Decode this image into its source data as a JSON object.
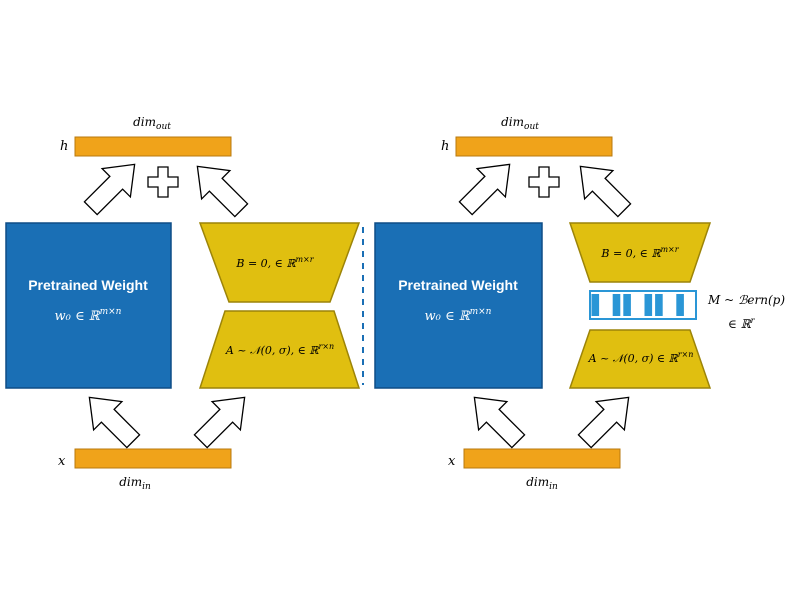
{
  "colors": {
    "bar": "#f0a31a",
    "bar_edge": "#b87a0f",
    "weight": "#1a6fb5",
    "weight_edge": "#0e4d86",
    "adapter": "#e0bf10",
    "adapter_edge": "#9c8408",
    "mask_blue": "#2a96d6",
    "divider": "#1a6fb5"
  },
  "left": {
    "h_label": "h",
    "x_label": "x",
    "dim_out": "dim",
    "dim_out_sub": "out",
    "dim_in": "dim",
    "dim_in_sub": "in",
    "plus": "+",
    "weight_title": "Pretrained Weight",
    "weight_formula": "w₀ ∈ ℝ",
    "weight_formula_sup": "m×n",
    "B_formula": "B = 0, ∈ ℝ",
    "B_sup": "m×r",
    "A_formula": "A ~ 𝒩(0, σ), ∈ ℝ",
    "A_sup": "r×n"
  },
  "right": {
    "h_label": "h",
    "x_label": "x",
    "dim_out": "dim",
    "dim_out_sub": "out",
    "dim_in": "dim",
    "dim_in_sub": "in",
    "plus": "+",
    "weight_title": "Pretrained Weight",
    "weight_formula": "w₀ ∈ ℝ",
    "weight_formula_sup": "m×n",
    "B_formula": "B = 0, ∈ ℝ",
    "B_sup": "m×r",
    "A_formula": "A ~ 𝒩(0, σ) ∈ ℝ",
    "A_sup": "r×n",
    "mask_formula": "M ~ ℬern(p)",
    "mask_space": "∈ ℝ",
    "mask_space_sup": "r",
    "mask_pattern": [
      1,
      0,
      1,
      1,
      0,
      1,
      1,
      0,
      1,
      0
    ]
  }
}
